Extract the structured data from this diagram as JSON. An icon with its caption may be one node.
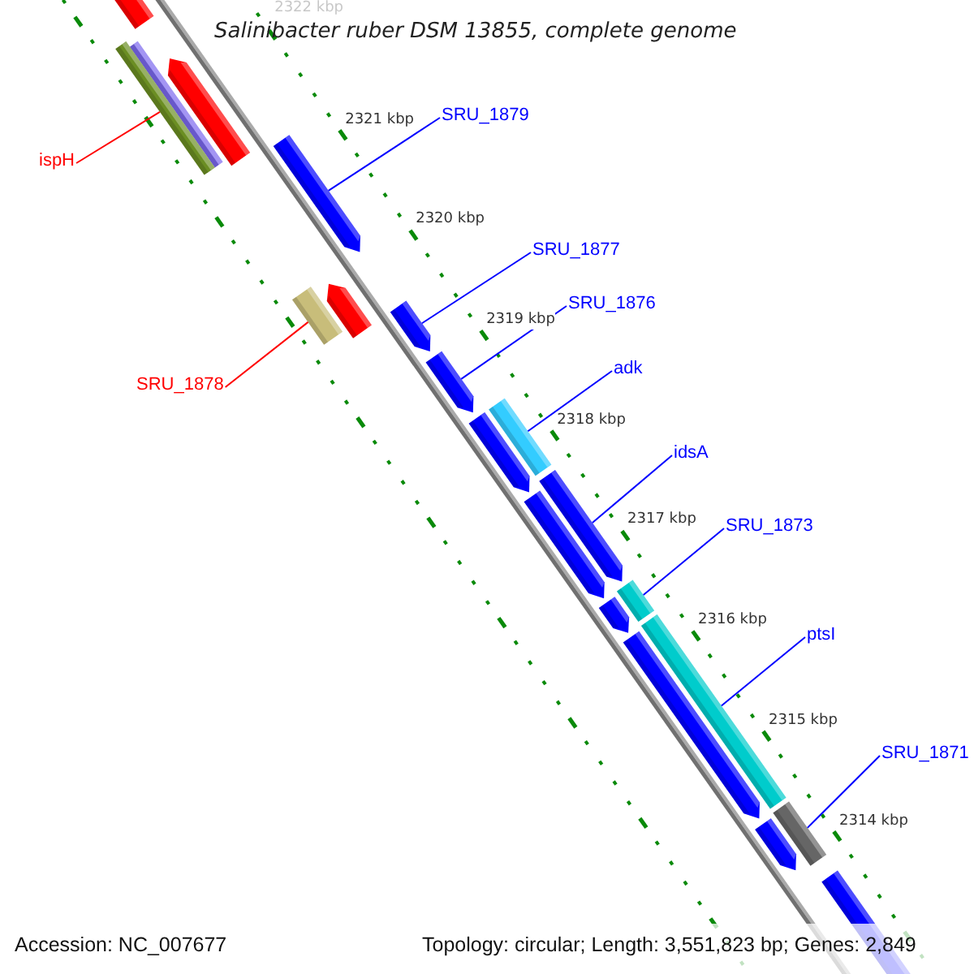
{
  "diagram": {
    "title": "Salinibacter ruber DSM 13855, complete genome",
    "nodes": [
      {
        "text": [
          "SRU_1879"
        ]
      },
      {
        "text": [
          "ispH"
        ]
      },
      {
        "text": [
          "SRU_1877"
        ]
      },
      {
        "text": [
          "SRU_1876"
        ]
      },
      {
        "text": [
          "adk"
        ]
      },
      {
        "text": [
          "SRU_1878"
        ]
      },
      {
        "text": [
          "idsA"
        ]
      },
      {
        "text": [
          "SRU_1873"
        ]
      },
      {
        "text": [
          "ptsI"
        ]
      },
      {
        "text": [
          "SRU_1871"
        ]
      },
      {
        "text": [],
        "shape": "pentagon"
      },
      {
        "text": [],
        "shape": "bar"
      },
      {
        "text": [],
        "shape": "pentagon"
      },
      {
        "text": [],
        "shape": "pentagon"
      },
      {
        "text": [],
        "shape": "bar"
      },
      {
        "text": [],
        "shape": "bar"
      },
      {
        "text": [],
        "shape": "pentagon"
      },
      {
        "text": [],
        "shape": "bar"
      },
      {
        "text": [],
        "shape": "bar"
      },
      {
        "text": [],
        "shape": "bar"
      }
    ],
    "edges": [
      {
        "from": 0,
        "to": 10,
        "arrow": "none"
      },
      {
        "from": 1,
        "to": 11,
        "arrow": "none",
        "color": "#ff0000"
      },
      {
        "from": 2,
        "to": 12,
        "arrow": "none"
      },
      {
        "from": 3,
        "to": 13,
        "arrow": "none"
      },
      {
        "from": 4,
        "to": 14,
        "arrow": "none"
      },
      {
        "from": 5,
        "to": 15,
        "arrow": "none",
        "color": "#ff0000"
      },
      {
        "from": 6,
        "to": 16,
        "arrow": "none"
      },
      {
        "from": 7,
        "to": 17,
        "arrow": "none"
      },
      {
        "from": 8,
        "to": 18,
        "arrow": "none"
      },
      {
        "from": 9,
        "to": 19,
        "arrow": "none"
      }
    ],
    "labels": [
      "2322 kbp",
      "2321 kbp",
      "2320 kbp",
      "2319 kbp",
      "2318 kbp",
      "2317 kbp",
      "2316 kbp",
      "2315 kbp",
      "2314 kbp",
      "Accession: NC_007677",
      "Topology: circular; Length: 3,551,823 bp; Genes: 2,849"
    ]
  }
}
